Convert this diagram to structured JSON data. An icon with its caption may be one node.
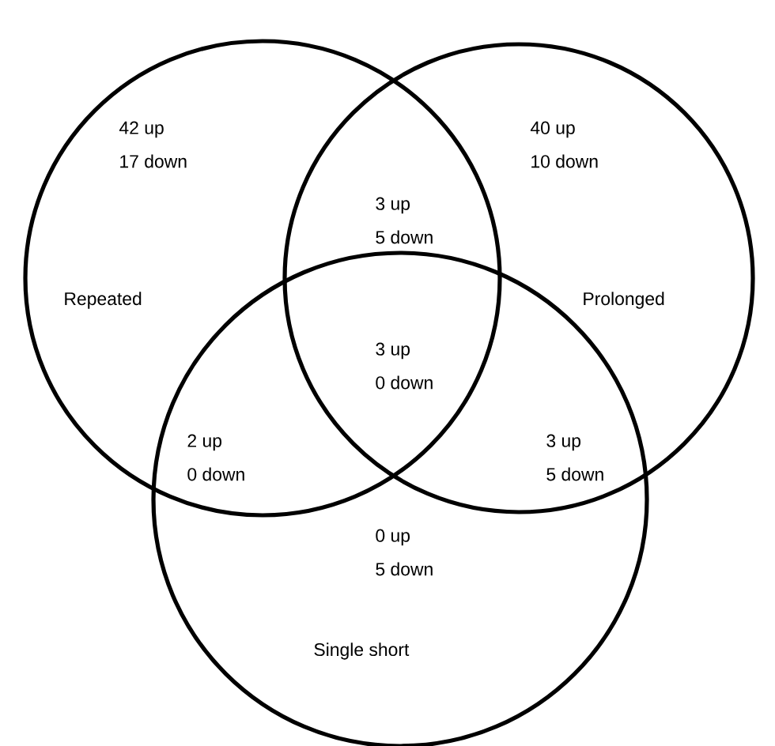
{
  "diagram": {
    "nodes": [
      {
        "text": [
          "Repeated"
        ]
      },
      {
        "text": [
          "Prolonged"
        ]
      },
      {
        "text": [
          "Single short"
        ]
      }
    ],
    "labels": [
      "42 up",
      "17 down",
      "40 up",
      "10 down",
      "3 up",
      "5 down",
      "3 up",
      "0 down",
      "2 up",
      "0 down",
      "3 up",
      "5 down",
      "0 up",
      "5 down"
    ]
  }
}
